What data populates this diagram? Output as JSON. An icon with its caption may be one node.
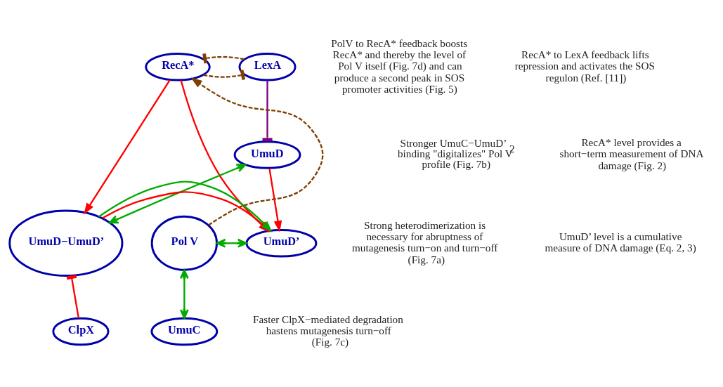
{
  "diagram": {
    "nodes": [
      {
        "text": [
          "RecA*"
        ]
      },
      {
        "text": [
          "LexA"
        ]
      },
      {
        "text": [
          "UmuD"
        ]
      },
      {
        "text": [
          "UmuC"
        ]
      },
      {
        "text": [
          "Pol V"
        ]
      },
      {
        "text": [
          "UmuD−UmuD’"
        ]
      },
      {
        "text": [
          "UmuD’"
        ]
      },
      {
        "text": [
          "ClpX"
        ]
      }
    ],
    "edges": [
      {
        "from": 4,
        "to": 0,
        "arrow": "to",
        "style": "dashed",
        "color": "#7f3f00"
      },
      {
        "from": 0,
        "to": 1,
        "arrow": "other",
        "style": "dashed",
        "color": "#7f3f00"
      },
      {
        "from": 1,
        "to": 0,
        "arrow": "other",
        "style": "dashed",
        "color": "#7f3f00"
      },
      {
        "from": 1,
        "to": 2,
        "arrow": "other",
        "color": "#800080"
      },
      {
        "from": 0,
        "to": 6,
        "arrow": "to"
      },
      {
        "from": 0,
        "to": 5,
        "arrow": "to"
      },
      {
        "from": 2,
        "to": 6,
        "arrow": "to"
      },
      {
        "from": 5,
        "to": 6,
        "arrow": "to"
      },
      {
        "from": 7,
        "to": 5,
        "arrow": "other"
      },
      {
        "from": 2,
        "to": 5,
        "arrow": "both",
        "color": "#00aa00"
      },
      {
        "from": 5,
        "to": 6,
        "arrow": "to",
        "color": "#00aa00"
      },
      {
        "from": 4,
        "to": 6,
        "arrow": "both",
        "color": "#00aa00"
      },
      {
        "from": 4,
        "to": 3,
        "arrow": "both",
        "color": "#00aa00"
      }
    ],
    "labels": [
      "PolV to RecA* feedback boosts RecA* and thereby the level of Pol V itself (Fig. 7d) and can produce a second peak in SOS promoter activities (Fig. 5)",
      "RecA* to LexA feedback lifts repression and activates the SOS regulon (Ref. [11])",
      "Stronger UmuC−UmuD’$_{2}$ binding \"digitalizes\" Pol V profile (Fig. 7b)",
      "RecA* level provides a short−term measurement of DNA damage (Fig. 2)",
      "Strong heterodimerization is necessary for abruptness of mutagenesis turn−on and turn−off (Fig. 7a)",
      "UmuD’ level is a cumulative measure of DNA damage (Eq. 2, 3)",
      "Faster ClpX−mediated degradation hastens mutagenesis turn−off (Fig. 7c)"
    ]
  }
}
